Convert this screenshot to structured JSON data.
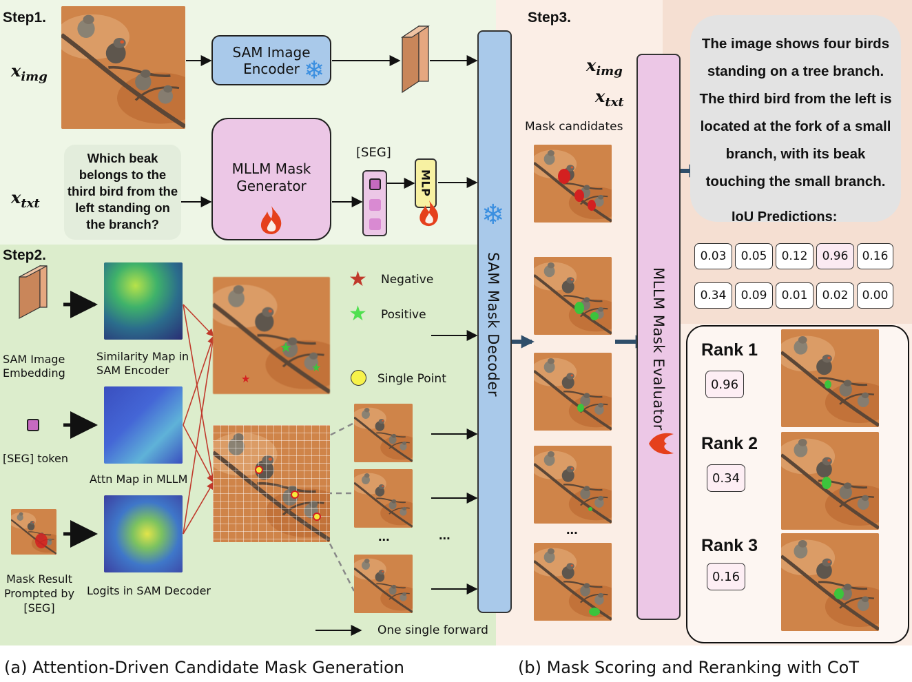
{
  "step1": {
    "label": "Step1.",
    "x_img": "x",
    "x_img_sub": "img",
    "x_txt": "x",
    "x_txt_sub": "txt"
  },
  "question": "Which beak belongs to the third bird from the left standing on the branch?",
  "encoder": {
    "line1": "SAM Image",
    "line2": "Encoder"
  },
  "generator": {
    "line1": "MLLM Mask",
    "line2": "Generator"
  },
  "seg_label": "[SEG]",
  "mlp_label": "MLP",
  "decoder_label": "SAM Mask Decoder",
  "step2": {
    "label": "Step2.",
    "embedding_label": "SAM Image Embedding",
    "seg_token_label": "[SEG] token",
    "mask_result_label": "Mask Result Prompted by [SEG]",
    "similarity_label": "Similarity Map in SAM Encoder",
    "attn_label": "Attn Map in MLLM",
    "logits_label": "Logits in SAM Decoder"
  },
  "legend": {
    "negative": "Negative",
    "positive": "Positive",
    "single_point": "Single Point",
    "forward": "One single forward",
    "ellipsis": "..."
  },
  "step3": {
    "label": "Step3.",
    "x_img": "x",
    "x_img_sub": "img",
    "x_txt": "x",
    "x_txt_sub": "txt",
    "candidates_label": "Mask candidates",
    "ellipsis": "..."
  },
  "evaluator_label": "MLLM Mask Evaluator",
  "cot_text": "The image shows four birds standing on a tree branch. The third bird from the left is located at the fork of a small branch, with its beak touching the small branch.",
  "iou_title": "IoU Predictions:",
  "iou_row1": [
    "0.03",
    "0.05",
    "0.12",
    "0.96",
    "0.16"
  ],
  "iou_row2": [
    "0.34",
    "0.09",
    "0.01",
    "0.02",
    "0.00"
  ],
  "ranks": [
    {
      "title": "Rank 1",
      "score": "0.96"
    },
    {
      "title": "Rank 2",
      "score": "0.34"
    },
    {
      "title": "Rank 3",
      "score": "0.16"
    }
  ],
  "caption_a": "(a) Attention-Driven Candidate Mask Generation",
  "caption_b": "(b) Mask Scoring and Reranking with CoT",
  "colors": {
    "step1_bg": "#eef6e6",
    "step2_bg": "#dcedcc",
    "step3_bg": "#fbeee6",
    "encoder_blue": "#a9c9ea",
    "generator_pink": "#ecc7e6",
    "mask_red": "#d42020",
    "mask_green": "#3cc43c"
  }
}
